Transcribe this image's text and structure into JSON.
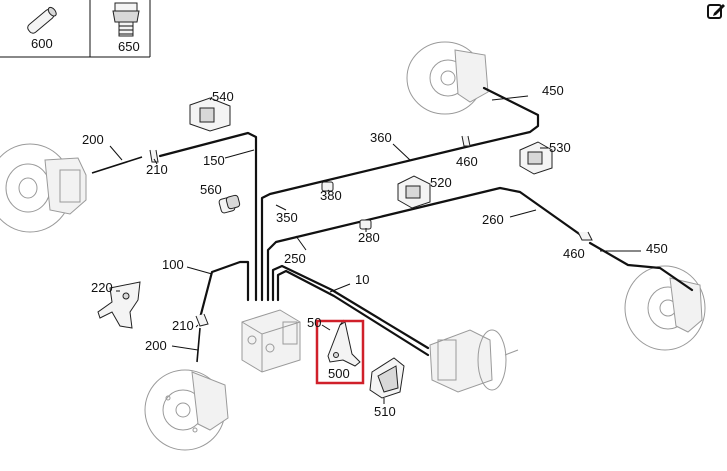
{
  "labels": {
    "p600": "600",
    "p650": "650",
    "p540": "540",
    "p450a": "450",
    "p200a": "200",
    "p210a": "210",
    "p150": "150",
    "p360": "360",
    "p460a": "460",
    "p530": "530",
    "p560": "560",
    "p380": "380",
    "p520": "520",
    "p350": "350",
    "p280": "280",
    "p260": "260",
    "p250": "250",
    "p460b": "460",
    "p450b": "450",
    "p100": "100",
    "p220": "220",
    "p10": "10",
    "p210b": "210",
    "p50": "50",
    "p500": "500",
    "p200b": "200",
    "p510": "510"
  },
  "highlighted_part": "500",
  "colors": {
    "highlight": "#d0202a",
    "line": "#111111",
    "ghost": "#9a9a9a"
  },
  "icons": {
    "edit": "edit-icon"
  }
}
